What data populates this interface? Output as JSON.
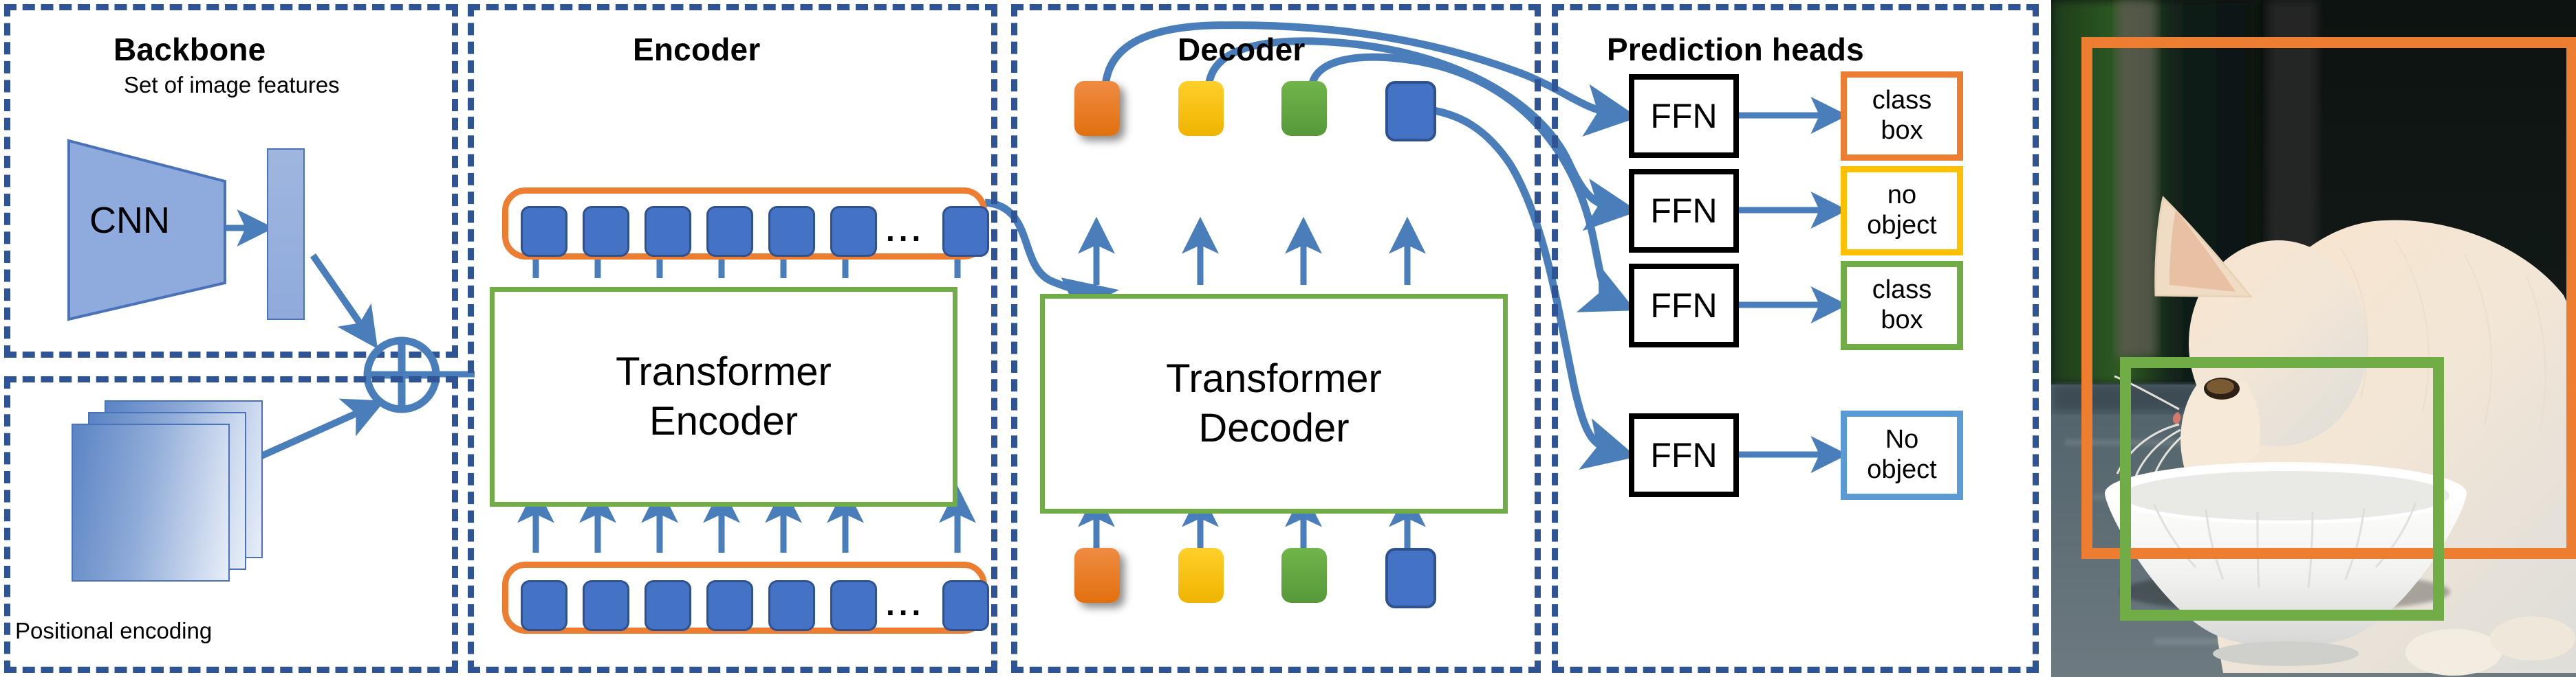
{
  "sections": [
    {
      "id": "backbone",
      "title": "Backbone"
    },
    {
      "id": "encoder",
      "title": "Encoder"
    },
    {
      "id": "decoder",
      "title": "Decoder"
    },
    {
      "id": "prediction_heads",
      "title": "Prediction heads"
    }
  ],
  "backbone": {
    "title": "Backbone",
    "features_caption": "Set of image features",
    "cnn_label": "CNN",
    "positional_caption": "Positional encoding",
    "sum_symbol": "plus-circle"
  },
  "encoder": {
    "title": "Encoder",
    "block_label": "Transformer\nEncoder",
    "block_line1": "Transformer",
    "block_line2": "Encoder",
    "token_count": 7,
    "ellipsis": "..."
  },
  "decoder": {
    "title": "Decoder",
    "block_label": "Transformer\nDecoder",
    "block_line1": "Transformer",
    "block_line2": "Decoder",
    "queries": [
      {
        "name": "query-1",
        "color": "#e8710f"
      },
      {
        "name": "query-2",
        "color": "#f5bf00"
      },
      {
        "name": "query-3",
        "color": "#62a73f"
      },
      {
        "name": "query-4",
        "color": "#4472c4"
      }
    ],
    "outputs": [
      {
        "name": "output-1",
        "color": "#e8710f"
      },
      {
        "name": "output-2",
        "color": "#f5bf00"
      },
      {
        "name": "output-3",
        "color": "#62a73f"
      },
      {
        "name": "output-4",
        "color": "#4472c4"
      }
    ]
  },
  "prediction_heads": {
    "title": "Prediction heads",
    "ffn_label": "FFN",
    "heads": [
      {
        "ffn": "FFN",
        "line1": "class",
        "line2": "box",
        "border_color": "#ed7d31"
      },
      {
        "ffn": "FFN",
        "line1": "no",
        "line2": "object",
        "border_color": "#ffc000"
      },
      {
        "ffn": "FFN",
        "line1": "class",
        "line2": "box",
        "border_color": "#70ad47"
      },
      {
        "ffn": "FFN",
        "line1": "No",
        "line2": "object",
        "border_color": "#5b9bd5"
      }
    ]
  },
  "photo": {
    "alt": "cat drinking from a white bowl",
    "boxes": [
      {
        "name": "cat-bounding-box",
        "color": "#ed7d31"
      },
      {
        "name": "bowl-bounding-box",
        "color": "#70ad47"
      }
    ]
  },
  "colors": {
    "panel_dash": "#2e5496",
    "orange": "#ed7d31",
    "yellow": "#ffc000",
    "green": "#70ad47",
    "blue": "#4472c4",
    "light_blue": "#5b9bd5",
    "arrow": "#4a7ebb",
    "black": "#000000"
  }
}
